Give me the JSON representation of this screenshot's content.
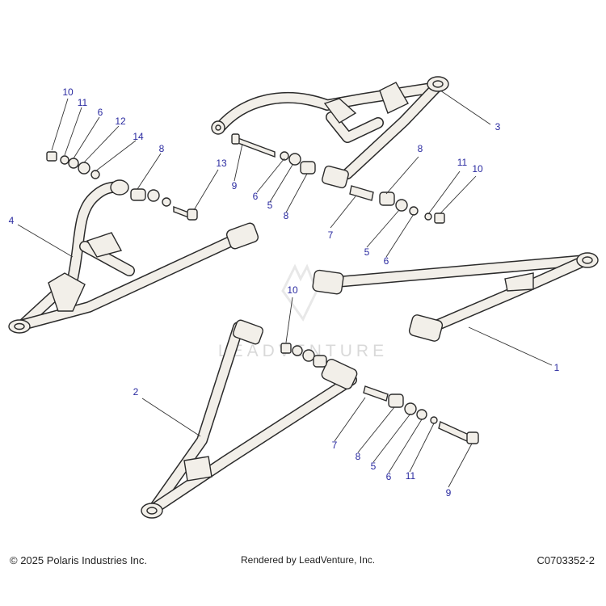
{
  "watermark": "LEADVENTURE",
  "callouts": [
    {
      "id": "c-10a",
      "text": "10"
    },
    {
      "id": "c-11a",
      "text": "11"
    },
    {
      "id": "c-6a",
      "text": "6"
    },
    {
      "id": "c-12",
      "text": "12"
    },
    {
      "id": "c-14",
      "text": "14"
    },
    {
      "id": "c-8a",
      "text": "8"
    },
    {
      "id": "c-13",
      "text": "13"
    },
    {
      "id": "c-4",
      "text": "4"
    },
    {
      "id": "c-3",
      "text": "3"
    },
    {
      "id": "c-9a",
      "text": "9"
    },
    {
      "id": "c-6b",
      "text": "6"
    },
    {
      "id": "c-5a",
      "text": "5"
    },
    {
      "id": "c-8b",
      "text": "8"
    },
    {
      "id": "c-8c",
      "text": "8"
    },
    {
      "id": "c-11b",
      "text": "11"
    },
    {
      "id": "c-10b",
      "text": "10"
    },
    {
      "id": "c-7a",
      "text": "7"
    },
    {
      "id": "c-5b",
      "text": "5"
    },
    {
      "id": "c-6c",
      "text": "6"
    },
    {
      "id": "c-10c",
      "text": "10"
    },
    {
      "id": "c-1",
      "text": "1"
    },
    {
      "id": "c-2",
      "text": "2"
    },
    {
      "id": "c-7b",
      "text": "7"
    },
    {
      "id": "c-8d",
      "text": "8"
    },
    {
      "id": "c-5c",
      "text": "5"
    },
    {
      "id": "c-6d",
      "text": "6"
    },
    {
      "id": "c-11c",
      "text": "11"
    },
    {
      "id": "c-9b",
      "text": "9"
    }
  ],
  "footer": {
    "copyright": "© 2025 Polaris Industries Inc.",
    "rendered_by": "Rendered by LeadVenture, Inc.",
    "code": "C0703352-2"
  }
}
